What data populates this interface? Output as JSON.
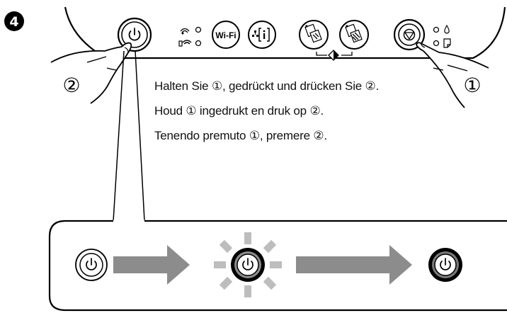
{
  "step_number": "4",
  "panel": {
    "wifi_label": "Wi-Fi"
  },
  "callouts": {
    "left": "②",
    "right": "①"
  },
  "instructions": [
    "Halten Sie ①, gedrückt und drücken Sie ②.",
    "Houd ① ingedrukt en druk op ②.",
    "Tenendo premuto ①, premere ②."
  ],
  "icons": {
    "power": "power-icon",
    "stop": "stop-icon",
    "wifi": "wifi-icon",
    "network_status": "network-status-icon",
    "copy_bw": "copy-bw-icon",
    "copy_color": "copy-color-icon",
    "ink": "ink-drop-icon",
    "paper": "paper-icon"
  },
  "colors": {
    "ink": "#000000",
    "arrow": "#8c8c8c",
    "light_ray": "#bdbdbd",
    "power_ring_dark": "#7a7a7a"
  }
}
